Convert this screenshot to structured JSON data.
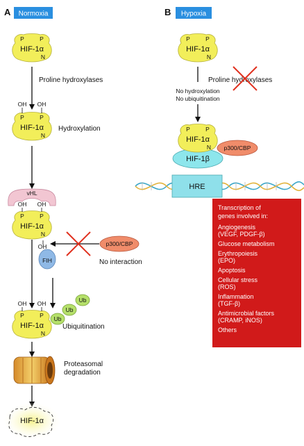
{
  "panel_a": {
    "letter": "A",
    "title": "Normoxia",
    "hif1a": "HIF-1α",
    "p": "P",
    "n": "N",
    "oh": "OH",
    "step_proline": "Proline hydroxylases",
    "step_hydroxylation": "Hydroxylation",
    "vhl": "vHL",
    "fih": "FIH",
    "p300": "p300/CBP",
    "no_interaction": "No interaction",
    "ub": "Ub",
    "step_ubiquitination": "Ubiquitination",
    "step_degradation": [
      "Proteasomal",
      "degradation"
    ]
  },
  "panel_b": {
    "letter": "B",
    "title": "Hypoxia",
    "hif1a": "HIF-1α",
    "hif1b": "HIF-1β",
    "p": "P",
    "n": "N",
    "proline": "Proline hydroxylases",
    "no_hydroxylation": "No hydroxylation",
    "no_ubiquitination": "No ubiquitination",
    "p300": "p300/CBP",
    "hre": "HRE",
    "transcription_header": [
      "Transcription of",
      "genes involved in:"
    ],
    "genes": [
      "Angiogenesis",
      "(VEGF, PDGF-β)",
      "Glucose metabolism",
      "Erythropoiesis",
      "(EPO)",
      "Apoptosis",
      "Cellular stress",
      "(ROS)",
      "Inflammation",
      "(TGF-β)",
      "Antimicrobial factors",
      "(CRAMP, iNOS)",
      "Others"
    ]
  },
  "colors": {
    "title_bg": "#2a8fe0",
    "hif1a": "#f2ee5a",
    "hif1b": "#8de6ec",
    "hre": "#8fe0ea",
    "p300": "#f08c6a",
    "vhl": "#f2c6d2",
    "fih": "#8fb9e6",
    "ub": "#b5e06a",
    "red_box": "#d11a1a",
    "cross": "#e0301e"
  }
}
